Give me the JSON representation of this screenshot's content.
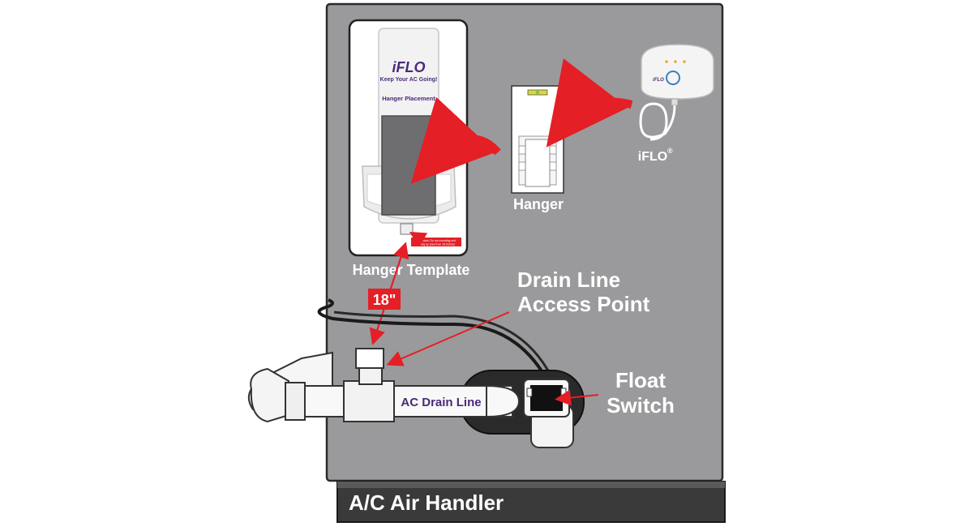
{
  "colors": {
    "panel": "#9a9a9c",
    "panel_edge": "#2a2a2a",
    "footer": "#3a3a3a",
    "arrow_red": "#e41f26",
    "label_white": "#ffffff",
    "brand_purple": "#4b2a7a",
    "brand_blue": "#3a7fc0",
    "device_white": "#f4f4f4",
    "device_grey": "#6e6e70"
  },
  "labels": {
    "footer": "A/C Air Handler",
    "hanger_template": "Hanger Template",
    "hanger": "Hanger",
    "iflo": "iFLO",
    "iflo_mark": "®",
    "distance": "18\"",
    "drain_access_line1": "Drain Line",
    "drain_access_line2": "Access Point",
    "float_switch_line1": "Float",
    "float_switch_line2": "Switch",
    "ac_drain_line": "AC Drain Line"
  },
  "template_card": {
    "brand": "iFLO",
    "tagline": "Keep Your AC Going!",
    "placement": "Hanger Placement",
    "note_line1": "Important: Do not mounting unit",
    "note_line2": "facing up (see from 18 inches)"
  },
  "device": {
    "brand": "iFLO"
  },
  "icons": {
    "curved_arrows": "curved-arrow-icon",
    "level": "bubble-level-icon",
    "swirl": "iflo-swirl-logo-icon"
  }
}
